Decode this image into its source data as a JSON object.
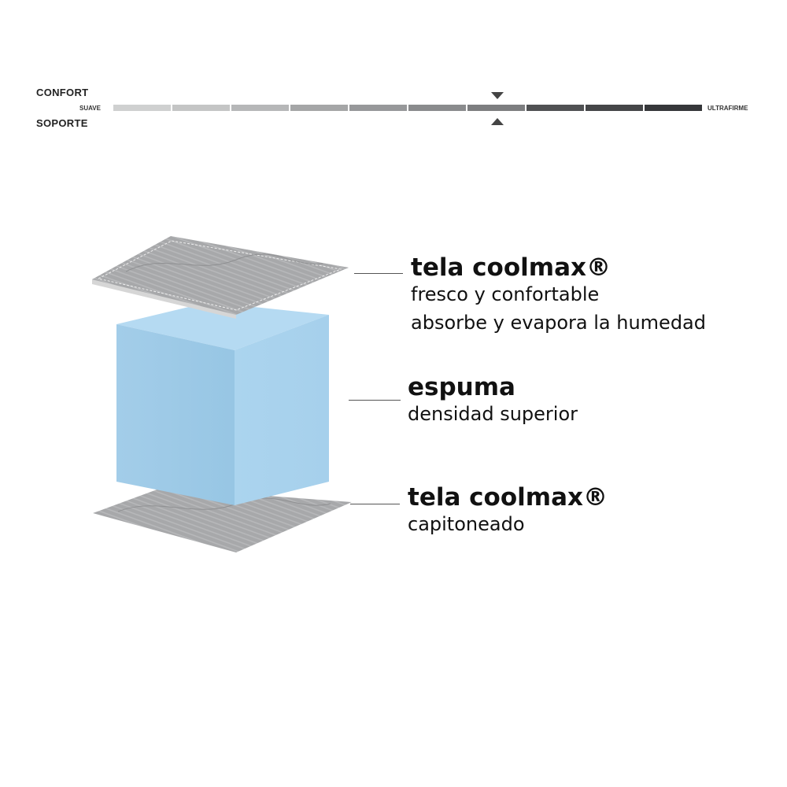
{
  "scale": {
    "top_label": "CONFORT",
    "bottom_label": "SOPORTE",
    "min_label": "SUAVE",
    "max_label": "ULTRAFIRME",
    "segments": 10,
    "selected_level": 7,
    "segment_colors": [
      "#cfd0d0",
      "#c4c5c5",
      "#b6b7b8",
      "#a5a6a7",
      "#97989a",
      "#8a8b8d",
      "#7d7e80",
      "#505153",
      "#454648",
      "#36373a"
    ]
  },
  "layers": [
    {
      "title": "tela coolmax®",
      "lines": [
        "fresco y confortable",
        "absorbe y evapora la humedad"
      ]
    },
    {
      "title": "espuma",
      "lines": [
        "densidad superior"
      ]
    },
    {
      "title": "tela coolmax®",
      "lines": [
        "capitoneado"
      ]
    }
  ],
  "colors": {
    "foam": "#9ecbe8",
    "fabric": "#a9aaac"
  }
}
